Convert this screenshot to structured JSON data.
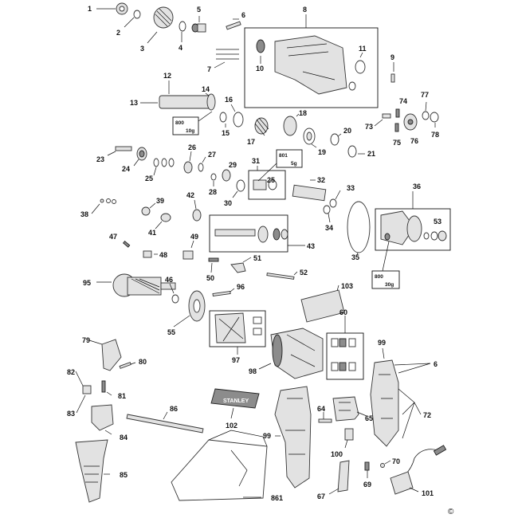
{
  "callouts": [
    "1",
    "2",
    "3",
    "4",
    "5",
    "6",
    "7",
    "8",
    "9",
    "10",
    "11",
    "12",
    "13",
    "14",
    "15",
    "16",
    "17",
    "18",
    "19",
    "20",
    "21",
    "23",
    "24",
    "25",
    "26",
    "27",
    "28",
    "29",
    "30",
    "31",
    "25",
    "32",
    "33",
    "34",
    "35",
    "36",
    "38",
    "39",
    "41",
    "42",
    "43",
    "47",
    "48",
    "49",
    "50",
    "51",
    "52",
    "53",
    "55",
    "46",
    "95",
    "96",
    "97",
    "98",
    "103",
    "60",
    "99",
    "6",
    "72",
    "79",
    "80",
    "81",
    "82",
    "83",
    "84",
    "85",
    "86",
    "102",
    "99",
    "64",
    "65",
    "100",
    "70",
    "69",
    "67",
    "101",
    "861",
    "73",
    "74",
    "75",
    "76",
    "77",
    "78"
  ],
  "grease_boxes": [
    {
      "code": "800",
      "amount": "10g"
    },
    {
      "code": "801",
      "amount": "5g"
    },
    {
      "code": "800",
      "amount": "30g"
    }
  ],
  "brand": "STANLEY",
  "copyright_symbol": "©"
}
